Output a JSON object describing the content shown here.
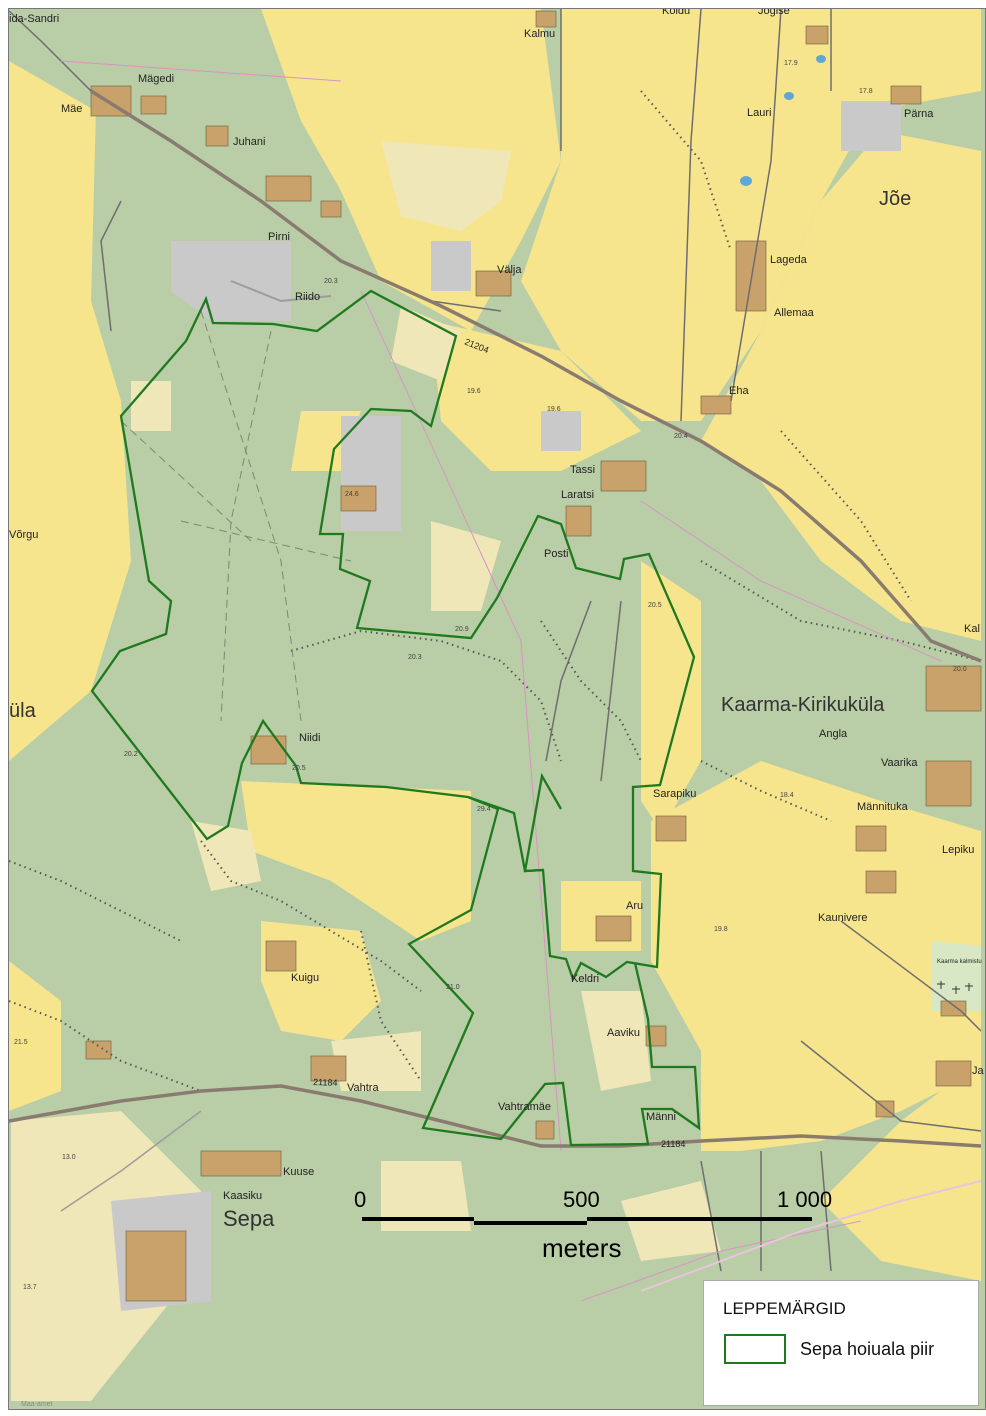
{
  "map": {
    "colors": {
      "forest": "#b9cda6",
      "field": "#f6e58d",
      "grassland": "#efe7b8",
      "building": "#c8a26a",
      "builtup": "#c9c9c9",
      "boundary": "#1f7a1f",
      "road": "#8a7b70",
      "water": "#5fa8d3"
    },
    "places": [
      {
        "id": "ida-sandri",
        "text": "ida-Sandri"
      },
      {
        "id": "kalmu",
        "text": "Kalmu"
      },
      {
        "id": "koidu",
        "text": "Koidu"
      },
      {
        "id": "jogise",
        "text": "Jõgise"
      },
      {
        "id": "magedi",
        "text": "Mägedi"
      },
      {
        "id": "mae",
        "text": "Mäe"
      },
      {
        "id": "juhani",
        "text": "Juhani"
      },
      {
        "id": "lauri",
        "text": "Lauri"
      },
      {
        "id": "parna",
        "text": "Pärna"
      },
      {
        "id": "joe",
        "text": "Jõe"
      },
      {
        "id": "pirni",
        "text": "Pirni"
      },
      {
        "id": "riido",
        "text": "Riido"
      },
      {
        "id": "valja",
        "text": "Välja"
      },
      {
        "id": "lageda",
        "text": "Lageda"
      },
      {
        "id": "allemaa",
        "text": "Allemaa"
      },
      {
        "id": "eha",
        "text": "Eha"
      },
      {
        "id": "tassi",
        "text": "Tassi"
      },
      {
        "id": "laratsi",
        "text": "Laratsi"
      },
      {
        "id": "posti",
        "text": "Posti"
      },
      {
        "id": "vorgu",
        "text": "Võrgu"
      },
      {
        "id": "kala",
        "text": "Kal"
      },
      {
        "id": "ula",
        "text": "üla"
      },
      {
        "id": "niidi",
        "text": "Niidi"
      },
      {
        "id": "kaarma",
        "text": "Kaarma-Kirikuküla"
      },
      {
        "id": "angla",
        "text": "Angla"
      },
      {
        "id": "vaarika",
        "text": "Vaarika"
      },
      {
        "id": "sarapiku",
        "text": "Sarapiku"
      },
      {
        "id": "mannituka",
        "text": "Männituka"
      },
      {
        "id": "lepiku",
        "text": "Lepiku"
      },
      {
        "id": "aru",
        "text": "Aru"
      },
      {
        "id": "kaunivere",
        "text": "Kaunivere"
      },
      {
        "id": "kuigu",
        "text": "Kuigu"
      },
      {
        "id": "keldri",
        "text": "Keldri"
      },
      {
        "id": "aaviku",
        "text": "Aaviku"
      },
      {
        "id": "ja",
        "text": "Ja"
      },
      {
        "id": "vahtra",
        "text": "Vahtra"
      },
      {
        "id": "vahtramae",
        "text": "Vahtramäe"
      },
      {
        "id": "manni",
        "text": "Männi"
      },
      {
        "id": "kuuse",
        "text": "Kuuse"
      },
      {
        "id": "kaasiku",
        "text": "Kaasiku"
      },
      {
        "id": "sepa",
        "text": "Sepa"
      },
      {
        "id": "kaarma-kalmistu",
        "text": "Kaarma kalmistu"
      }
    ],
    "roads": [
      {
        "id": "road-21204",
        "text": "21204"
      },
      {
        "id": "road-21184-a",
        "text": "21184"
      },
      {
        "id": "road-21184-b",
        "text": "21184"
      }
    ],
    "elevations": [
      {
        "id": "e-19-6a",
        "text": "19.6"
      },
      {
        "id": "e-19-6b",
        "text": "19.6"
      },
      {
        "id": "e-20-4",
        "text": "20.4"
      },
      {
        "id": "e-24-6",
        "text": "24.6"
      },
      {
        "id": "e-20-9",
        "text": "20.9"
      },
      {
        "id": "e-20-3",
        "text": "20.3"
      },
      {
        "id": "e-20-5a",
        "text": "20.5"
      },
      {
        "id": "e-20-5b",
        "text": "20.5"
      },
      {
        "id": "e-20-2",
        "text": "20.2"
      },
      {
        "id": "e-29-4",
        "text": "29.4"
      },
      {
        "id": "e-18-4",
        "text": "18.4"
      },
      {
        "id": "e-19-8",
        "text": "19.8"
      },
      {
        "id": "e-21-0",
        "text": "21.0"
      },
      {
        "id": "e-21-5",
        "text": "21.5"
      },
      {
        "id": "e-13-0",
        "text": "13.0"
      },
      {
        "id": "e-13-7",
        "text": "13.7"
      },
      {
        "id": "e-17-9",
        "text": "17.9"
      },
      {
        "id": "e-17-8",
        "text": "17.8"
      },
      {
        "id": "e-20-0",
        "text": "20.0"
      },
      {
        "id": "e-20-3b",
        "text": "20.3"
      }
    ],
    "attribution": "Maa-amet"
  },
  "scale_bar": {
    "ticks": [
      "0",
      "500",
      "1 000"
    ],
    "unit": "meters"
  },
  "legend": {
    "title": "LEPPEMÄRGID",
    "item_label": "Sepa hoiuala piir"
  }
}
